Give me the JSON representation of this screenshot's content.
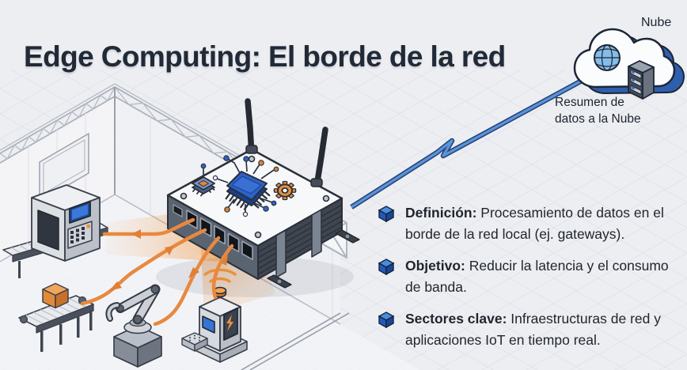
{
  "title": "Edge Computing: El borde de la red",
  "cloud": {
    "label": "Nube",
    "caption_line1": "Resumen de",
    "caption_line2": "datos a la Nube"
  },
  "bullets": [
    {
      "term": "Definición:",
      "text": "Procesamiento de datos en el borde de la red local (ej. gateways)."
    },
    {
      "term": "Objetivo:",
      "text": "Reducir la latencia y el consumo de banda."
    },
    {
      "term": "Sectores clave:",
      "text": "Infraestructuras de red y aplicaciones IoT en tiempo real."
    }
  ],
  "icons": {
    "cloud": "cloud-icon",
    "globe": "globe-icon",
    "server": "server-stack-icon",
    "gateway": "edge-gateway-icon",
    "cpu": "cpu-chip-icon",
    "gear": "gear-icon",
    "antennas": "antenna-icon",
    "scanner": "scanner-machine-icon",
    "conveyor": "conveyor-belt-icon",
    "box": "package-box-icon",
    "robot": "robot-arm-icon",
    "sensor": "iot-sensor-icon",
    "wifi": "wifi-waves-icon",
    "bullet": "cube-bullet-icon",
    "uplink": "cloud-uplink-arrow"
  },
  "colors": {
    "background": "#edeef2",
    "ink": "#212a37",
    "accent_orange": "#e8893f",
    "accent_blue": "#4a7dc6",
    "cloud_blue": "#2e5fae",
    "cube_blue": "#2458b8"
  }
}
